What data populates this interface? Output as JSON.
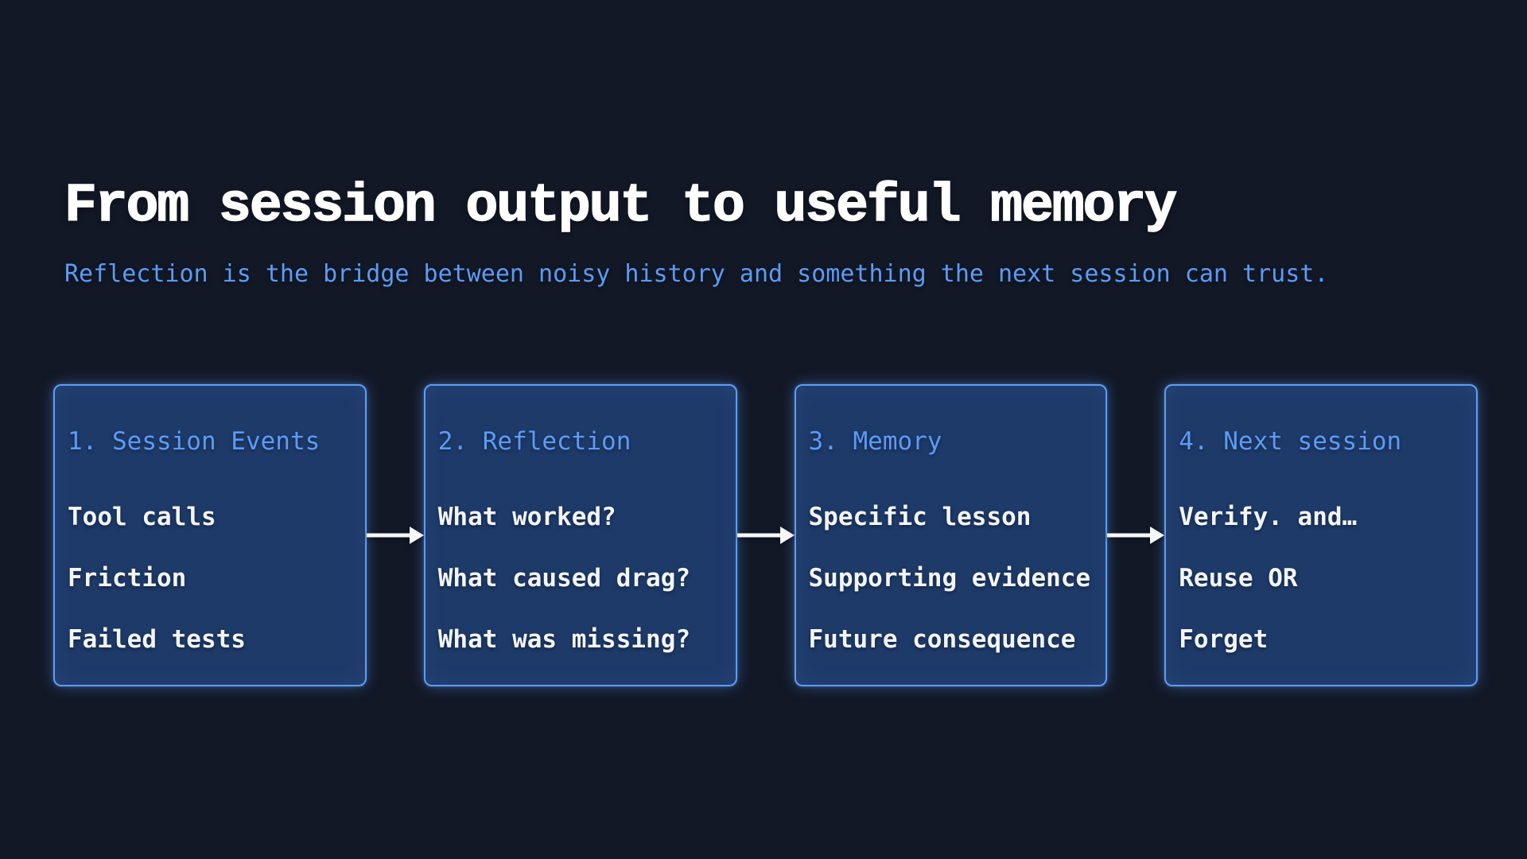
{
  "header": {
    "title": "From session output to useful memory",
    "subtitle": "Reflection is the bridge between noisy history and something the next session can trust."
  },
  "flow": {
    "connector_icon": "arrow-right-icon",
    "steps": [
      {
        "heading": "1. Session Events",
        "items": [
          "Tool calls",
          "Friction",
          "Failed tests"
        ]
      },
      {
        "heading": "2. Reflection",
        "items": [
          "What worked?",
          "What caused drag?",
          "What was missing?"
        ]
      },
      {
        "heading": "3. Memory",
        "items": [
          "Specific lesson",
          "Supporting evidence",
          "Future consequence"
        ]
      },
      {
        "heading": "4. Next session",
        "items": [
          "Verify. and…",
          "Reuse OR",
          "Forget"
        ]
      }
    ]
  },
  "colors": {
    "bg": "#121826",
    "card-bg": "#1e3a69",
    "accent": "#5e9cf6",
    "heading-blue": "#5c9bf5",
    "text-white": "#f2f5fa"
  }
}
